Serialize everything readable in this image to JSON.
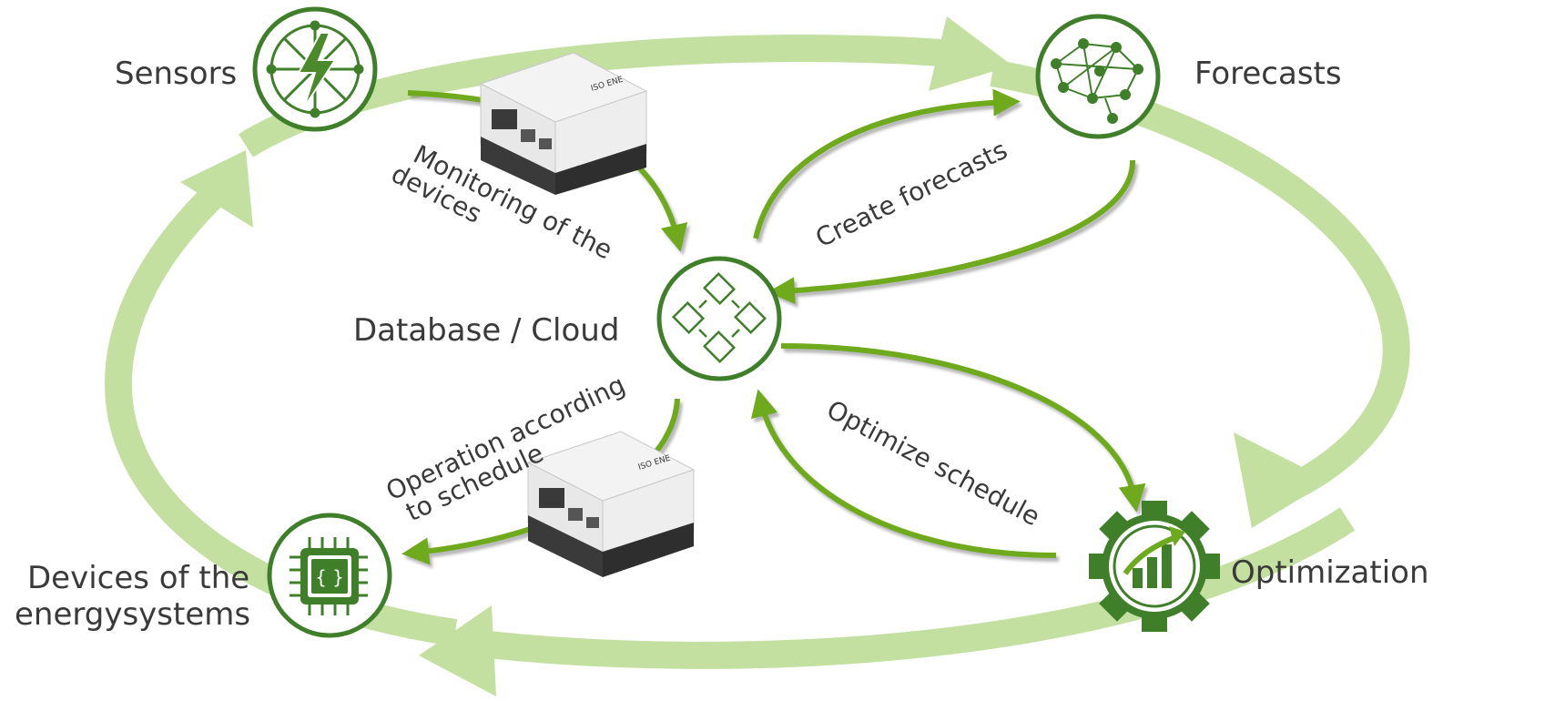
{
  "nodes": {
    "sensors": {
      "label": "Sensors",
      "icon": "lightning-network-icon"
    },
    "forecasts": {
      "label": "Forecasts",
      "icon": "neural-network-brain-icon"
    },
    "database": {
      "label": "Database / Cloud",
      "icon": "blockchain-cubes-icon"
    },
    "optimization": {
      "label": "Optimization",
      "icon": "gear-growth-chart-icon"
    },
    "devices": {
      "label_line1": "Devices of the",
      "label_line2": "energysystems",
      "icon": "microchip-code-icon"
    }
  },
  "flows": {
    "monitoring": {
      "line1": "Monitoring of the",
      "line2": "devices"
    },
    "create_forecasts": "Create forecasts",
    "optimize_schedule": "Optimize schedule",
    "operation": {
      "line1": "Operation according",
      "line2": "to schedule"
    }
  },
  "hardware_label": "ISO ENE",
  "colors": {
    "ring_light": "#c3e0a0",
    "arrow_green": "#6eaa1e",
    "icon_green": "#3f7f2a",
    "text": "#3a3a3a"
  }
}
